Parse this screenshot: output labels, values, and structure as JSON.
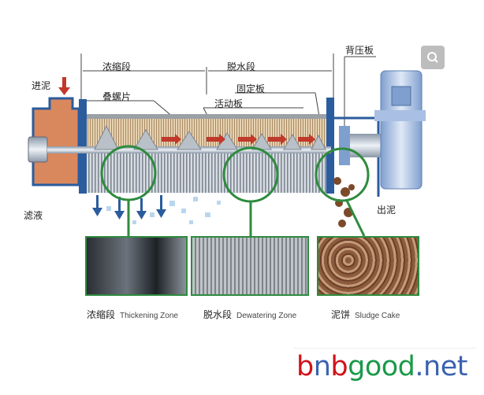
{
  "labels": {
    "thickening_top": "浓缩段",
    "dewatering_top": "脱水段",
    "back_pressure_plate": "背压板",
    "sludge_inlet": "进泥",
    "stacked_screw": "叠螺片",
    "fixed_plate": "固定板",
    "moving_plate": "活动板",
    "filtrate": "滤液",
    "sludge_outlet": "出泥"
  },
  "captions": [
    {
      "cn": "浓缩段",
      "en": "Thickening Zone"
    },
    {
      "cn": "脱水段",
      "en": "Dewatering Zone"
    },
    {
      "cn": "泥饼",
      "en": "Sludge Cake"
    }
  ],
  "logo": {
    "p1": "b",
    "p2": "n",
    "p3": "b",
    "p4": "good",
    "p5": ".net"
  },
  "colors": {
    "red": "#d0121b",
    "blue": "#3a62b0",
    "green": "#1a9a48",
    "frame": "#2b5c9e",
    "highlight": "#2e8b3e"
  }
}
